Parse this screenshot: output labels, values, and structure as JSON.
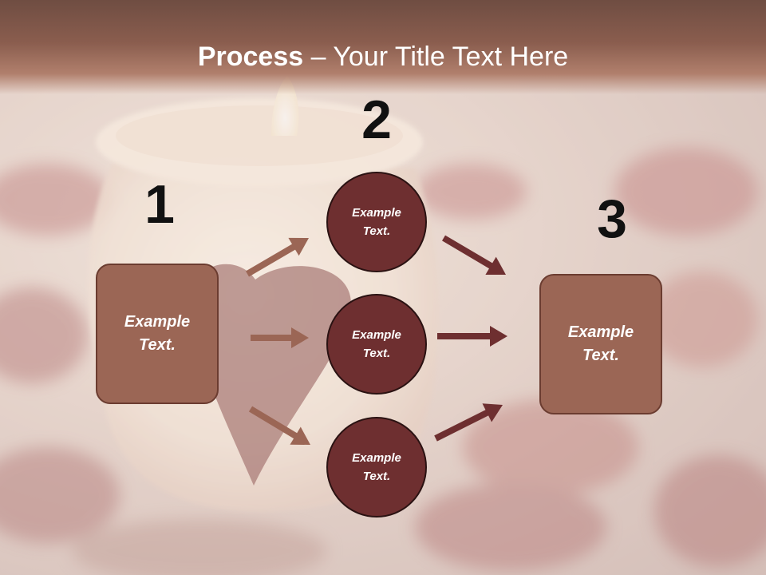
{
  "slide": {
    "title_bold": "Process",
    "title_rest": " – Your Title Text Here"
  },
  "numbers": [
    "1",
    "2",
    "3"
  ],
  "left_box": {
    "text": "Example\nText."
  },
  "circles": [
    {
      "text": "Example\nText."
    },
    {
      "text": "Example\nText."
    },
    {
      "text": "Example\nText."
    }
  ],
  "right_box": {
    "text": "Example\nText."
  },
  "colors": {
    "header": "#8a5d4e",
    "box_fill": "#9b6655",
    "circle_fill": "#6e2f30",
    "arrow_left": "#9b6655",
    "arrow_right": "#6e2f30"
  }
}
